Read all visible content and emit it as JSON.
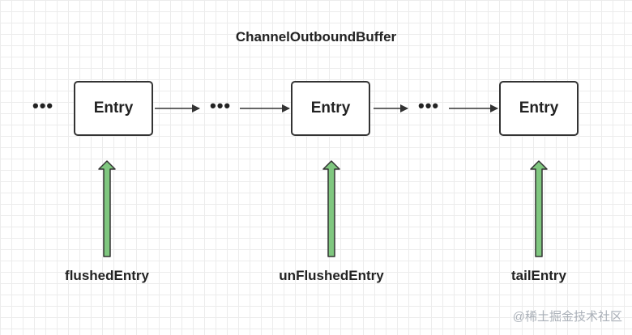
{
  "diagram": {
    "title": "ChannelOutboundBuffer",
    "entries": [
      {
        "label": "Entry"
      },
      {
        "label": "Entry"
      },
      {
        "label": "Entry"
      }
    ],
    "ellipsis": "•••",
    "pointers": [
      {
        "label": "flushedEntry"
      },
      {
        "label": "unFlushedEntry"
      },
      {
        "label": "tailEntry"
      }
    ],
    "colors": {
      "pointer_fill": "#7fc77f",
      "stroke": "#333333"
    }
  },
  "watermark": "@稀土掘金技术社区"
}
